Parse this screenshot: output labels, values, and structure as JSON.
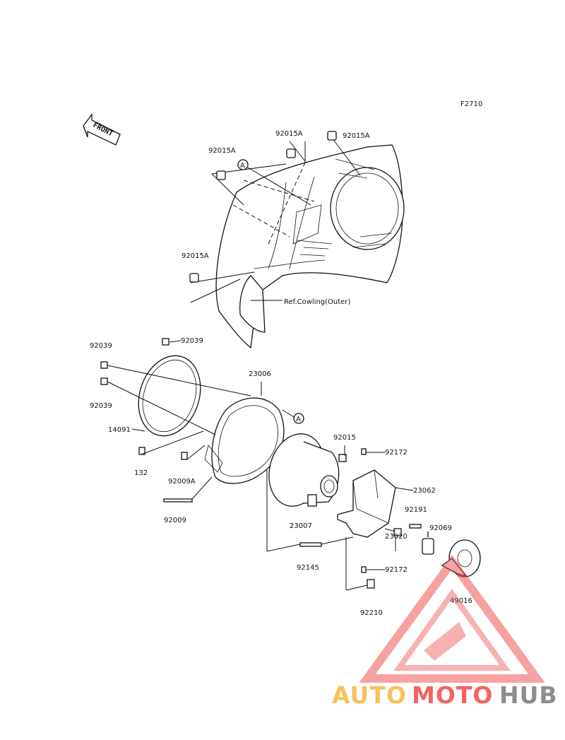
{
  "diagram": {
    "figure_code": "F2710",
    "front_label": "FRONT",
    "reference_label": "Ref.Cowling(Outer)",
    "callout_marker": "A",
    "parts": {
      "p92015A_left": "92015A",
      "p92015A_center": "92015A",
      "p92015A_right": "92015A",
      "p92015A_lower": "92015A",
      "p92039_top": "92039",
      "p92039_left": "92039",
      "p92039_lower": "92039",
      "p23006": "23006",
      "p14091": "14091",
      "p132": "132",
      "p92009A": "92009A",
      "p92009": "92009",
      "p23007": "23007",
      "p92015": "92015",
      "p92172_upper": "92172",
      "p23062": "23062",
      "p92191": "92191",
      "p92069": "92069",
      "p23020": "23020",
      "p92145": "92145",
      "p92172_lower": "92172",
      "p49016": "49016",
      "p92210": "92210"
    }
  },
  "watermark": {
    "auto": "AUTO",
    "moto": "MOTO",
    "hub": "HUB",
    "colors": {
      "auto": "#f5b83d",
      "moto": "#ef4a4a",
      "hub": "#7a7a7a",
      "triangle": "#ef4a4a"
    }
  }
}
